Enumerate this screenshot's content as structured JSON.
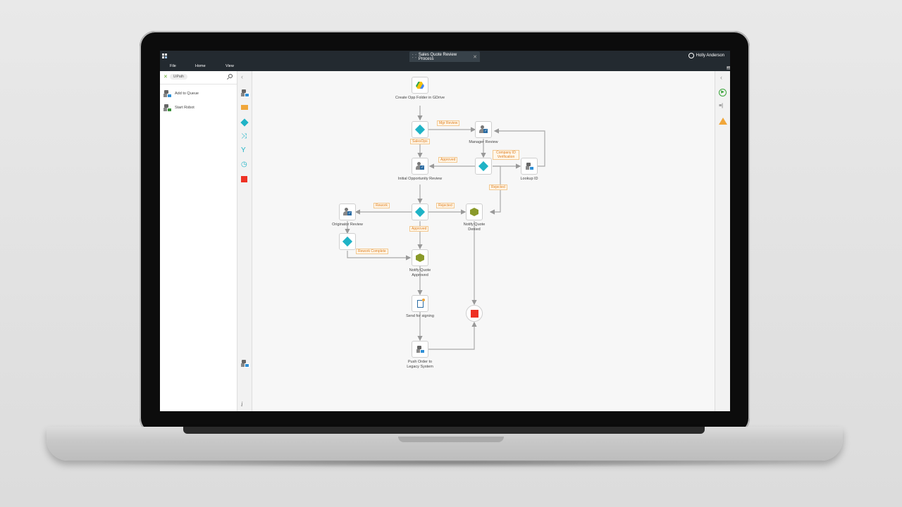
{
  "app": {
    "document_tab": "Sales Quote Review Process",
    "user_name": "Holly Anderson",
    "menu": [
      "File",
      "Home",
      "View"
    ]
  },
  "left_panel": {
    "filter_chip": "UiPath",
    "items": [
      {
        "label": "Add to Queue",
        "icon": "robot-queue-icon"
      },
      {
        "label": "Start Robot",
        "icon": "robot-icon"
      }
    ]
  },
  "palette": [
    "robot-queue-icon",
    "email-icon",
    "gateway-diamond-icon",
    "split-icon",
    "merge-icon",
    "timer-icon",
    "end-event-icon",
    "robot-queue-icon",
    "info-icon"
  ],
  "right_rail": [
    "run-icon",
    "properties-icon",
    "warning-icon"
  ],
  "flow": {
    "nodes": [
      {
        "id": "create-folder",
        "label": "Create Opp Folder in GDrive",
        "icon": "gdrive-icon"
      },
      {
        "id": "gateway-1",
        "label": "",
        "icon": "gateway-diamond-icon"
      },
      {
        "id": "manager-review",
        "label": "Manager Review",
        "icon": "user-task-icon"
      },
      {
        "id": "gateway-2",
        "label": "",
        "icon": "gateway-diamond-icon"
      },
      {
        "id": "lookup-id",
        "label": "Lookup ID",
        "icon": "robot-queue-icon"
      },
      {
        "id": "initial-review",
        "label": "Initial Opportunity Review",
        "icon": "user-task-icon"
      },
      {
        "id": "gateway-3",
        "label": "",
        "icon": "gateway-diamond-icon"
      },
      {
        "id": "originator-review",
        "label": "Originator Review",
        "icon": "user-task-icon"
      },
      {
        "id": "notify-denied",
        "label": "Notify Quote Denied",
        "icon": "package-icon"
      },
      {
        "id": "gateway-4",
        "label": "",
        "icon": "gateway-diamond-icon"
      },
      {
        "id": "notify-approved",
        "label": "Notify Quote Approved",
        "icon": "package-icon"
      },
      {
        "id": "send-signing",
        "label": "Send for signing",
        "icon": "document-sign-icon"
      },
      {
        "id": "end",
        "label": "",
        "icon": "end-event-icon"
      },
      {
        "id": "push-order",
        "label": "Push Order to Legacy System",
        "icon": "robot-queue-icon"
      }
    ],
    "edge_labels": {
      "mgr_review": "Mgr Review",
      "salesops": "SalesOps",
      "approved_1": "Approved",
      "company_id": "Company ID Verification",
      "rejected_1": "Rejected",
      "rework": "Rework",
      "rejected_2": "Rejected",
      "approved_2": "Approved",
      "rework_complete": "Rework Complete"
    }
  },
  "colors": {
    "gateway": "#1fb3c6",
    "end": "#ee3124",
    "edge_label": "#e07f1f",
    "titlebar": "#232a30"
  }
}
